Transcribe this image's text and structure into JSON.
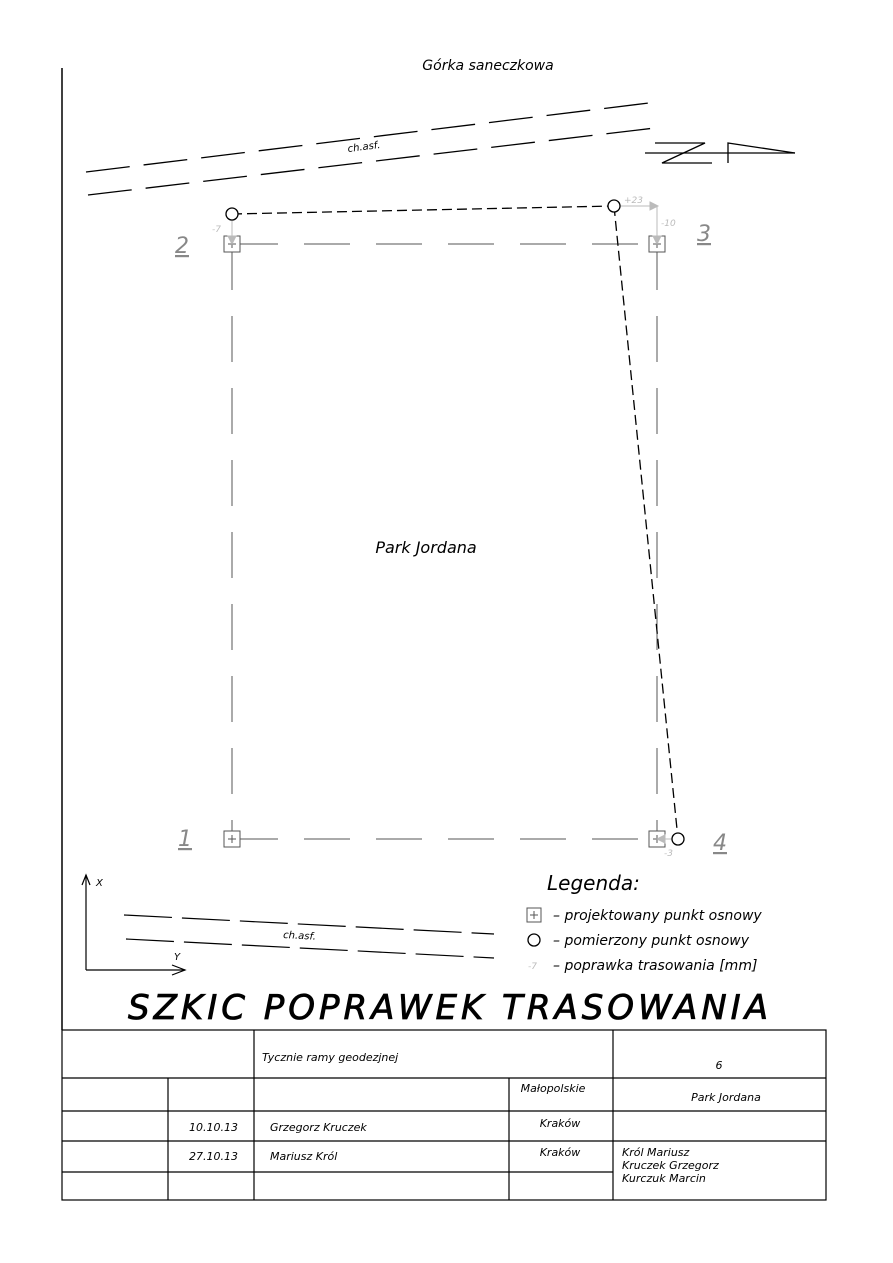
{
  "drawing": {
    "top_label": "Górka saneczkowa",
    "road_label_top": "ch.asf.",
    "road_label_bottom": "ch.asf.",
    "center_label": "Park Jordana",
    "points": [
      {
        "number": "1",
        "correction": ""
      },
      {
        "number": "2",
        "correction": "-7"
      },
      {
        "number": "3",
        "correction": "-10",
        "correction_2": "+23"
      },
      {
        "number": "4",
        "correction": "-3"
      }
    ],
    "axis_x": "X",
    "axis_y": "Y",
    "legend": {
      "title": "Legenda:",
      "items": [
        {
          "icon": "square-plus-icon",
          "label": "– projektowany punkt osnowy"
        },
        {
          "icon": "circle-icon",
          "label": "– pomierzony punkt osnowy"
        },
        {
          "icon": "-7",
          "label": "– poprawka trasowania [mm]"
        }
      ]
    },
    "title": "SZKIC POPRAWEK TRASOWANIA"
  },
  "title_block": {
    "subject": "Tycznie ramy geodezjnej",
    "sheet_number": "6",
    "region": "Małopolskie",
    "object": "Park Jordana",
    "rows": [
      {
        "date": "10.10.13",
        "name": "Grzegorz Kruczek",
        "city": "Kraków"
      },
      {
        "date": "27.10.13",
        "name": "Mariusz Król",
        "city": "Kraków"
      }
    ],
    "authors": [
      "Król Mariusz",
      "Kruczek Grzegorz",
      "Kurczuk Marcin"
    ]
  }
}
